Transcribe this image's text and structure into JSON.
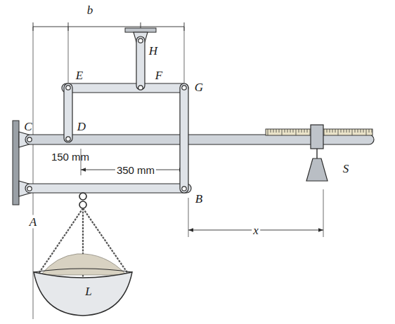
{
  "diagram": {
    "labels": [
      "b",
      "H",
      "E",
      "F",
      "G",
      "C",
      "D",
      "150 mm",
      "350 mm",
      "B",
      "A",
      "L",
      "x",
      "S"
    ]
  }
}
